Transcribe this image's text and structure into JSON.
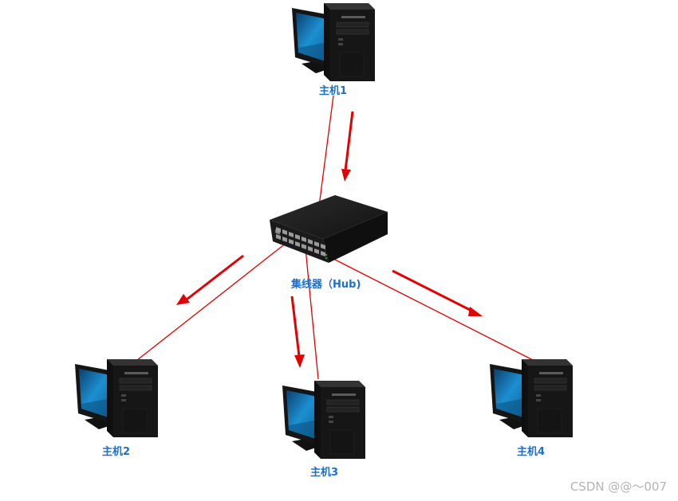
{
  "nodes": {
    "host1": {
      "label": "主机1"
    },
    "host2": {
      "label": "主机2"
    },
    "host3": {
      "label": "主机3"
    },
    "host4": {
      "label": "主机4"
    },
    "hub": {
      "label": "集线器（Hub)"
    }
  },
  "watermark": "CSDN @@～007",
  "colors": {
    "link": "#e30000",
    "arrow": "#e30000",
    "label": "#1f6fc9",
    "hub_body": "#1b1b1b",
    "screen": "#1a8fd0"
  }
}
